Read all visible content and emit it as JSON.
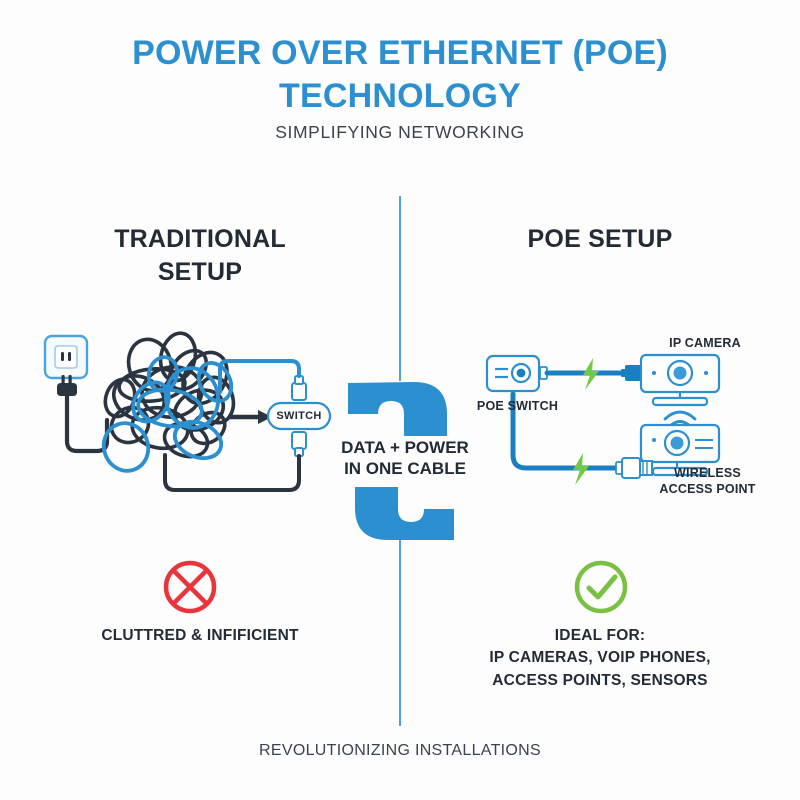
{
  "header": {
    "title_line1": "POWER OVER ETHERNET (POE)",
    "title_line2": "TECHNOLOGY",
    "subtitle": "SIMPLIFYING NETWORKING"
  },
  "sections": {
    "left": {
      "heading_line1": "TRADITIONAL",
      "heading_line2": "SETUP",
      "switch_label": "SWITCH",
      "caption": "CLUTTRED & INFIFICIENT"
    },
    "right": {
      "heading": "POE SETUP",
      "poe_switch_label": "POE SWITCH",
      "ip_camera_label": "IP CAMERA",
      "wireless_ap_label_line1": "WIRELESS",
      "wireless_ap_label_line2": "ACCESS POINT",
      "caption_line1": "IDEAL FOR:",
      "caption_line2": "IP CAMERAS, VOIP PHONES,",
      "caption_line3": "ACCESS POINTS, SENSORS"
    }
  },
  "center": {
    "label_line1": "DATA + POWER",
    "label_line2": "IN ONE CABLE"
  },
  "footer": {
    "text": "REVOLUTIONIZING INSTALLATIONS"
  },
  "icons": {
    "wall_outlet": "wall-outlet-icon",
    "power_plug": "power-plug-icon",
    "tangled_cables": "tangled-cables-icon",
    "arrow": "arrow-right-icon",
    "switch_box": "switch-box-icon",
    "hook_top": "cable-hook-top-icon",
    "hook_bottom": "cable-hook-bottom-icon",
    "poe_switch": "poe-switch-icon",
    "lightning": "lightning-bolt-icon",
    "rj45": "rj45-connector-icon",
    "ip_camera": "ip-camera-icon",
    "wifi_signal": "wifi-signal-icon",
    "access_point": "wireless-access-point-icon",
    "prohibited": "prohibited-circle-x-icon",
    "check": "check-circle-icon"
  },
  "colors": {
    "brand_blue": "#2b8fd0",
    "accent_blue": "#1a7fc0",
    "dark_navy": "#2b3441",
    "text_dark": "#222b36",
    "green": "#7ac143",
    "red": "#e8343a",
    "bolt_green": "#72c944",
    "background": "#fdfdfd"
  }
}
